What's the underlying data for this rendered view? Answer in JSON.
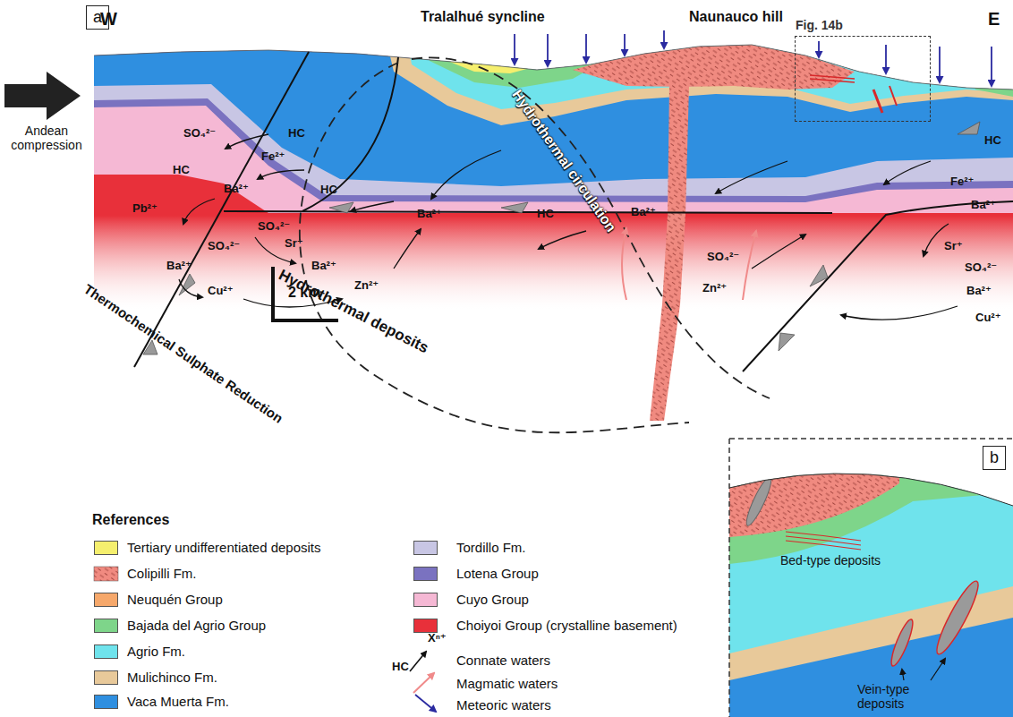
{
  "diagram": {
    "nodes": [
      {
        "text": [
          "a"
        ]
      },
      {
        "text": [
          "Fig. 14b"
        ]
      },
      {
        "text": [
          "b"
        ]
      }
    ],
    "labels": [
      "W",
      "E",
      "Tralalhué syncline",
      "Naunauco hill",
      "Andean compression",
      "Hydrothermal circulation",
      "Hydrothermal deposits",
      "Thermochemical Sulphate Reduction",
      "2 km",
      "References",
      "HC",
      "Xⁿ⁺",
      "Bed-type deposits",
      "Vein-type deposits",
      "SO₄²⁻",
      "HC",
      "HC",
      "Fe²⁺",
      "HC",
      "Ba²⁺",
      "Pb²⁺",
      "SO₄²⁻",
      "Ba²⁺",
      "HC",
      "Ba²⁺",
      "Sr⁺",
      "SO₄²⁻",
      "Ba²⁺",
      "Ba²⁺",
      "Zn²⁺",
      "Cu²⁺",
      "HC",
      "Fe²⁺",
      "Ba²⁺",
      "SO₄²⁻",
      "Sr⁺",
      "SO₄²⁻",
      "Zn²⁺",
      "Ba²⁺",
      "Cu²⁺"
    ],
    "legend": [
      {
        "text": "Tertiary undifferentiated deposits",
        "color": "#f5ef6e"
      },
      {
        "text": "Colipilli Fm."
      },
      {
        "text": "Neuquén Group",
        "color": "#f6a86b"
      },
      {
        "text": "Bajada del Agrio Group",
        "color": "#7ed58a"
      },
      {
        "text": "Agrio Fm.",
        "color": "#6fe3ec"
      },
      {
        "text": "Mulichinco Fm.",
        "color": "#e8c99a"
      },
      {
        "text": "Vaca Muerta Fm.",
        "color": "#2f8fe0"
      },
      {
        "text": "Tordillo Fm.",
        "color": "#c8c6e4"
      },
      {
        "text": "Lotena Group",
        "color": "#7a72c0"
      },
      {
        "text": "Cuyo Group",
        "color": "#f5b8d4"
      },
      {
        "text": "Choiyoi Group (crystalline basement)",
        "color": "#e8303a"
      },
      {
        "text": "Connate waters"
      },
      {
        "text": "Magmatic waters"
      },
      {
        "text": "Meteoric waters"
      }
    ]
  }
}
